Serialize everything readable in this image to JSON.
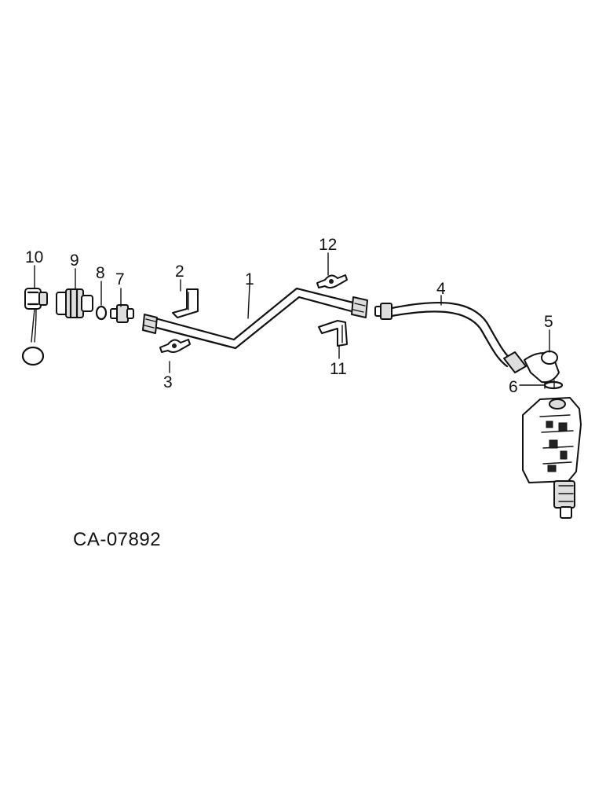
{
  "callouts": [
    "1",
    "2",
    "3",
    "4",
    "5",
    "6",
    "7",
    "8",
    "9",
    "10",
    "11",
    "12"
  ],
  "drawing_code": "CA-07892"
}
